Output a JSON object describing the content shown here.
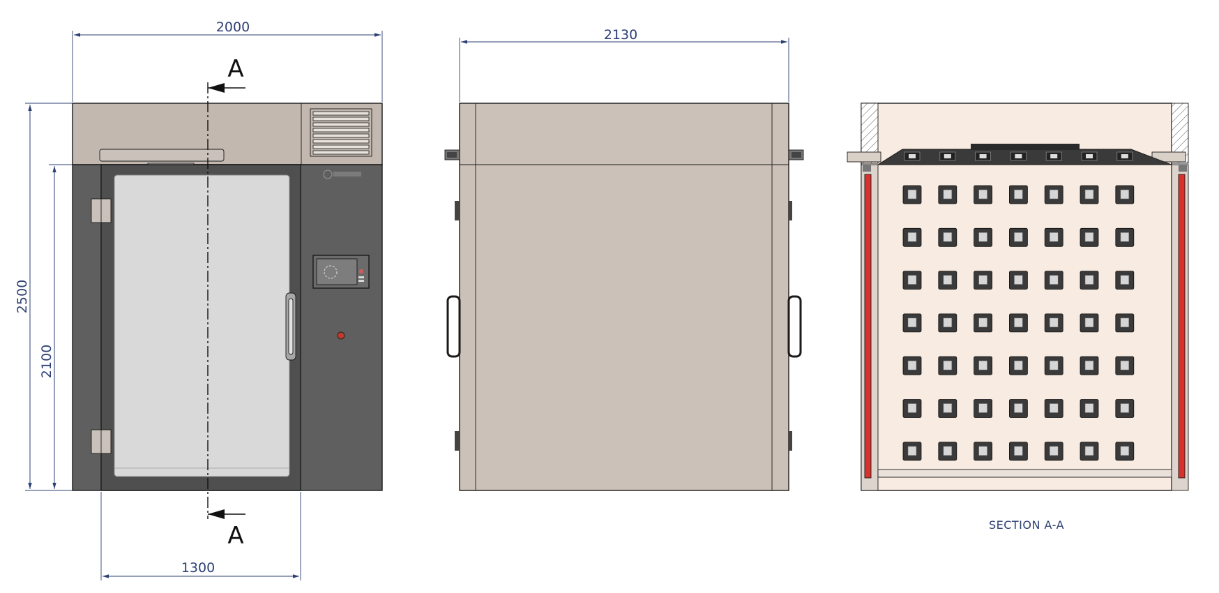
{
  "dimensions": {
    "front_width": "2000",
    "front_height": "2500",
    "door_height": "2100",
    "door_width": "1300",
    "side_width": "2130"
  },
  "section_marker": {
    "top_letter": "A",
    "bottom_letter": "A"
  },
  "section_caption": "SECTION A-A",
  "colors": {
    "dimension": "#2d3f73",
    "header_panel": "#c2b8b0",
    "cabinet_body": "#5f5f5f",
    "glass": "#d9d9d9",
    "side_panel": "#cbc1b8",
    "section_interior": "#f8ebe1",
    "heater_strip": "#d8322d",
    "light_fixture": "#3a3a3a"
  },
  "section_grid": {
    "rows": 7,
    "cols": 7
  }
}
